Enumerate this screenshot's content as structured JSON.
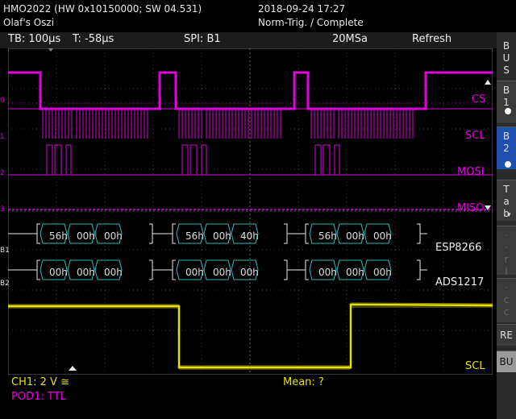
{
  "header": {
    "device": "HMO2022 (HW 0x10150000; SW 04.531)",
    "datetime": "2018-09-24 17:27",
    "user": "Olaf's Oszi",
    "trigger_status": "Norm-Trig. / Complete"
  },
  "toolbar": {
    "timebase": "TB: 100µs",
    "trigger_time": "T: -58µs",
    "spi": "SPI: B1",
    "sample_rate": "20MSa",
    "mode": "Refresh"
  },
  "channels": {
    "cs": "CS",
    "scl": "SCL",
    "mosi": "MOSI",
    "miso": "MISO",
    "lvl0": "0",
    "lvl1": "1",
    "lvl2": "2",
    "lvl3": "3",
    "b1": "B1",
    "b2": "B2",
    "esp": "ESP8266",
    "ads": "ADS1217",
    "analog_scl": "SCL"
  },
  "decode": {
    "b1": [
      "56h",
      "00h",
      "00h",
      "56h",
      "00h",
      "40h",
      "56h",
      "00h",
      "00h"
    ],
    "b2": [
      "00h",
      "00h",
      "00h",
      "00h",
      "00h",
      "00h",
      "00h",
      "00h",
      "00h"
    ]
  },
  "footer": {
    "ch1": "CH1: 2 V ≅",
    "pod": "POD1: TTL",
    "mean": "Mean: ?"
  },
  "right_panel": {
    "bus": "B\nU\nS",
    "b1": "B\n1",
    "b2": "B\n2",
    "table": "T\na\nb",
    "faded1": "·\n·\nr\nl",
    "faded2": "·\nc\nc",
    "re": "RE",
    "bu": "BU"
  },
  "colors": {
    "digital": "#e000e0",
    "analog": "#e8e000",
    "decode_frame": "#2fb8b8",
    "grid": "#6a6a6a"
  }
}
